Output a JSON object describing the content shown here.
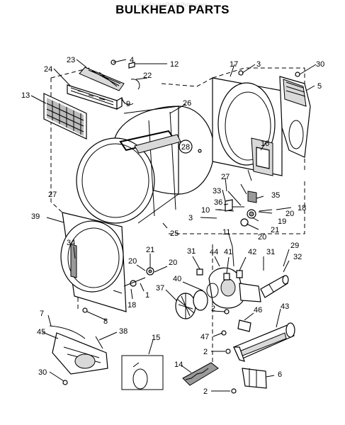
{
  "title": "BULKHEAD PARTS",
  "watermark": "AppliancePartsPros.com",
  "callouts": [
    {
      "id": "c4",
      "label": "4"
    },
    {
      "id": "c12",
      "label": "12"
    },
    {
      "id": "c23",
      "label": "23"
    },
    {
      "id": "c24",
      "label": "24"
    },
    {
      "id": "c22",
      "label": "22"
    },
    {
      "id": "c13",
      "label": "13"
    },
    {
      "id": "c9",
      "label": "9"
    },
    {
      "id": "c26",
      "label": "26"
    },
    {
      "id": "c28",
      "label": "28"
    },
    {
      "id": "c17",
      "label": "17"
    },
    {
      "id": "c3a",
      "label": "3"
    },
    {
      "id": "c30a",
      "label": "30"
    },
    {
      "id": "c5",
      "label": "5"
    },
    {
      "id": "c16",
      "label": "16"
    },
    {
      "id": "c27a",
      "label": "27"
    },
    {
      "id": "c27b",
      "label": "27"
    },
    {
      "id": "c33",
      "label": "33"
    },
    {
      "id": "c35",
      "label": "35"
    },
    {
      "id": "c36",
      "label": "36"
    },
    {
      "id": "c18a",
      "label": "18"
    },
    {
      "id": "c10",
      "label": "10"
    },
    {
      "id": "c20a",
      "label": "20"
    },
    {
      "id": "c3b",
      "label": "3"
    },
    {
      "id": "c19",
      "label": "19"
    },
    {
      "id": "c21a",
      "label": "21"
    },
    {
      "id": "c20b",
      "label": "20"
    },
    {
      "id": "c25",
      "label": "25"
    },
    {
      "id": "c39",
      "label": "39"
    },
    {
      "id": "c11",
      "label": "11"
    },
    {
      "id": "c34",
      "label": "34"
    },
    {
      "id": "c21b",
      "label": "21"
    },
    {
      "id": "c31a",
      "label": "31"
    },
    {
      "id": "c44",
      "label": "44"
    },
    {
      "id": "c41",
      "label": "41"
    },
    {
      "id": "c42",
      "label": "42"
    },
    {
      "id": "c31b",
      "label": "31"
    },
    {
      "id": "c29",
      "label": "29"
    },
    {
      "id": "c32",
      "label": "32"
    },
    {
      "id": "c20c",
      "label": "20"
    },
    {
      "id": "c20d",
      "label": "20"
    },
    {
      "id": "c1",
      "label": "1"
    },
    {
      "id": "c18b",
      "label": "18"
    },
    {
      "id": "c40",
      "label": "40"
    },
    {
      "id": "c37",
      "label": "37"
    },
    {
      "id": "c2a",
      "label": "2"
    },
    {
      "id": "c8",
      "label": "8"
    },
    {
      "id": "c46",
      "label": "46"
    },
    {
      "id": "c43",
      "label": "43"
    },
    {
      "id": "c7",
      "label": "7"
    },
    {
      "id": "c38",
      "label": "38"
    },
    {
      "id": "c45",
      "label": "45"
    },
    {
      "id": "c15",
      "label": "15"
    },
    {
      "id": "c47",
      "label": "47"
    },
    {
      "id": "c2b",
      "label": "2"
    },
    {
      "id": "c30b",
      "label": "30"
    },
    {
      "id": "c14",
      "label": "14"
    },
    {
      "id": "c6",
      "label": "6"
    },
    {
      "id": "c2c",
      "label": "2"
    }
  ]
}
